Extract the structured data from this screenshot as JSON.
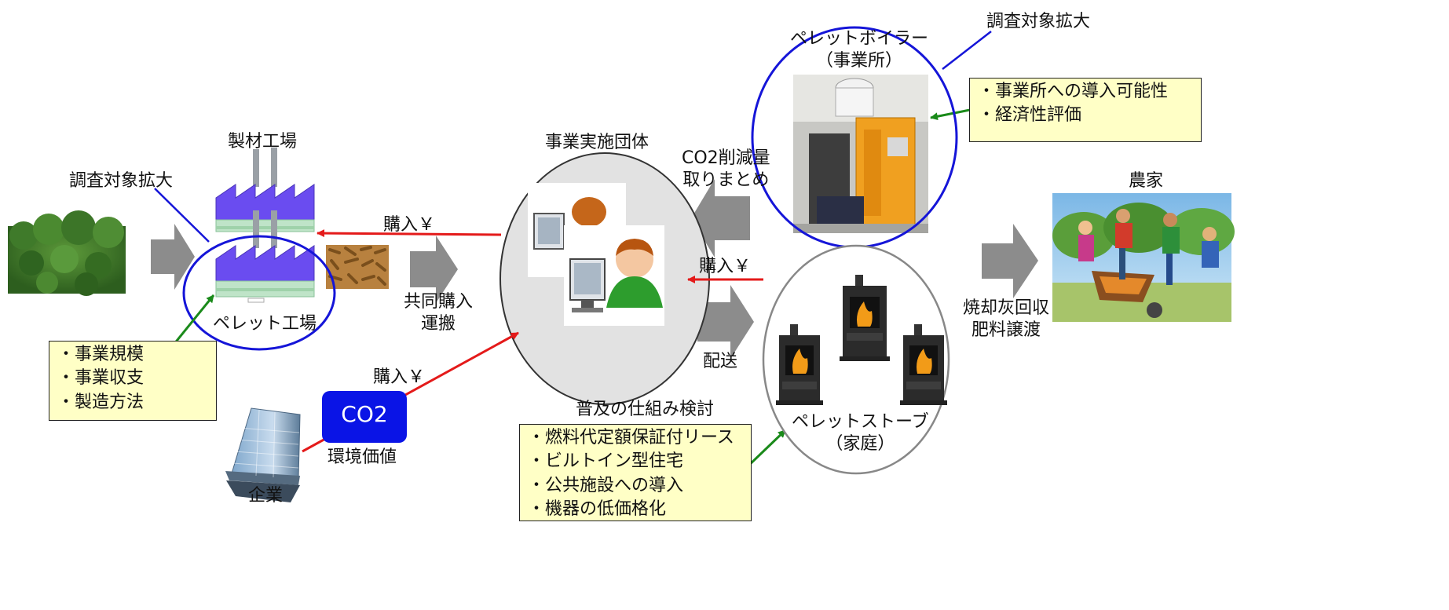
{
  "labels": {
    "survey_expand_left": "調査対象拡大",
    "survey_expand_right": "調査対象拡大",
    "sawmill": "製材工場",
    "pellet_factory": "ペレット工場",
    "organization": "事業実施団体",
    "co2_collect_line1": "CO2削減量",
    "co2_collect_line2": "取りまとめ",
    "purchase_top": "購入￥",
    "purchase_mid": "購入￥",
    "purchase_bottom": "購入￥",
    "joint_line1": "共同購入",
    "joint_line2": "運搬",
    "delivery": "配送",
    "boiler_line1": "ペレットボイラー",
    "boiler_line2": "（事業所）",
    "stove_line1": "ペレットストーブ",
    "stove_line2": "（家庭）",
    "farmer": "農家",
    "ash_line1": "焼却灰回収",
    "ash_line2": "肥料譲渡",
    "co2_badge": "CO2",
    "env_value": "環境価値",
    "company": "企業",
    "diffusion": "普及の仕組み検討"
  },
  "notes": {
    "factory": [
      "・事業規模",
      "・事業収支",
      "・製造方法"
    ],
    "boiler": [
      "・事業所への導入可能性",
      "・経済性評価"
    ],
    "diffusion": [
      "・燃料代定額保証付リース",
      "・ビルトイン型住宅",
      "・公共施設への導入",
      "・機器の低価格化"
    ]
  },
  "colors": {
    "red_arrow": "#e41a1a",
    "green_arrow": "#1a8a1a",
    "blue_ellipse": "#1515d8",
    "gray_arrow": "#8c8c8c",
    "factory_purple": "#6a4cf0",
    "co2_blue": "#0a14e6",
    "note_fill": "#ffffc6"
  }
}
